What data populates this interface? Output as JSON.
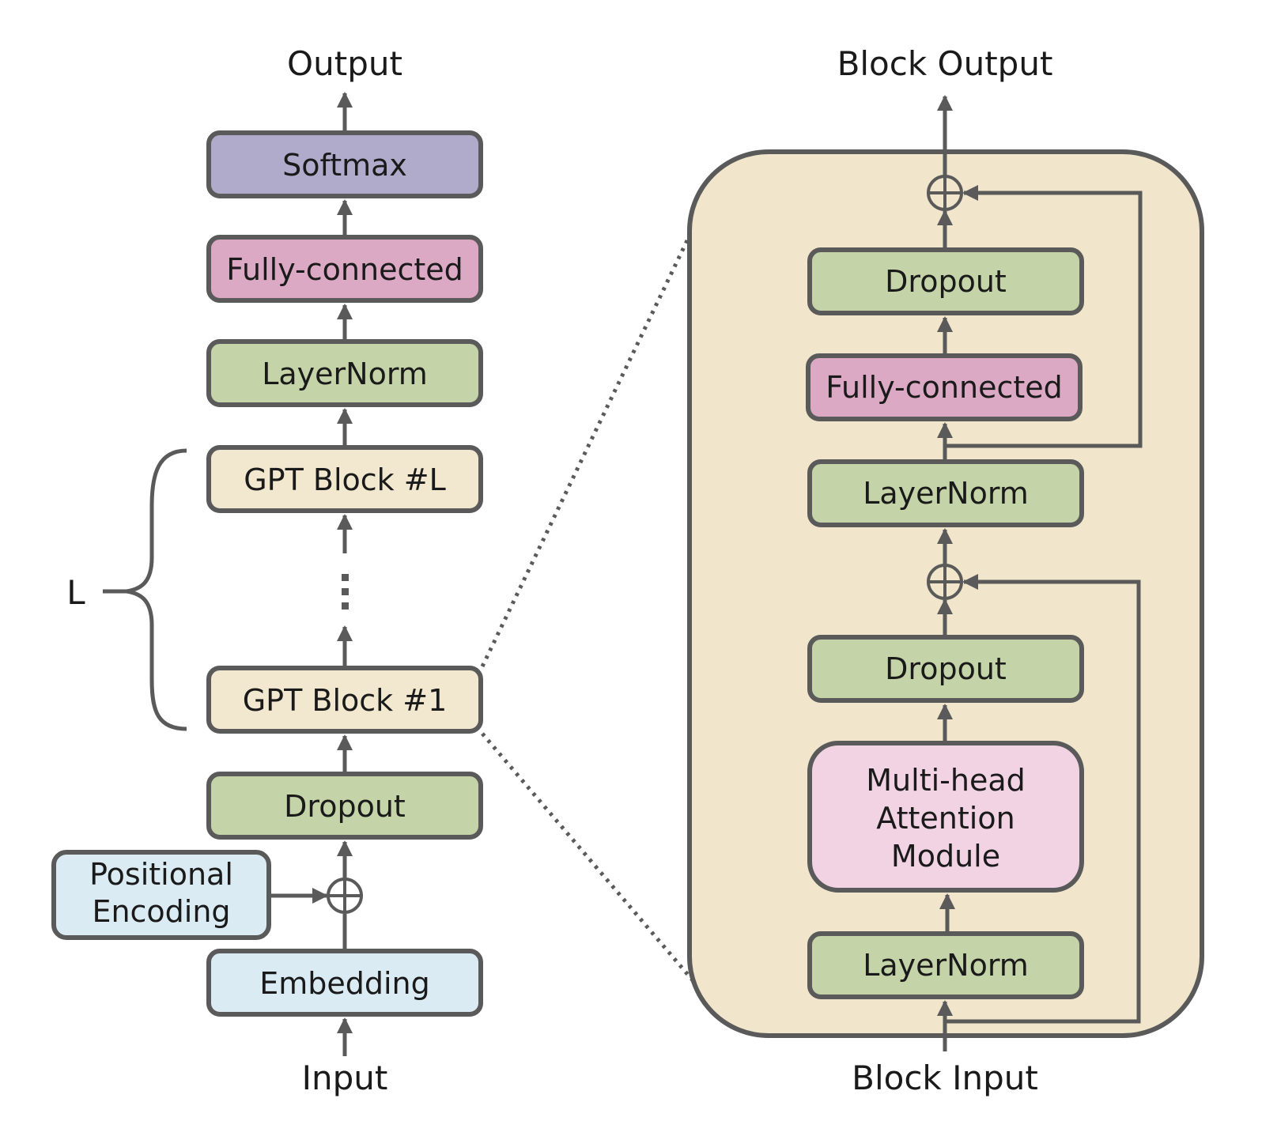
{
  "colors": {
    "softmax": "#b1abcb",
    "fully_connected": "#dba9c3",
    "norm_dropout": "#c5d4a8",
    "gpt_block": "#f2e8cf",
    "embedding": "#daebf3",
    "attention": "#f2d3e4",
    "block_bg": "#f1e6cb",
    "stroke": "#5a5a5a"
  },
  "left": {
    "output": "Output",
    "input": "Input",
    "softmax": "Softmax",
    "fully_connected": "Fully-connected",
    "layernorm": "LayerNorm",
    "gpt_block_last": "GPT Block #L",
    "gpt_block_first": "GPT Block #1",
    "dropout": "Dropout",
    "positional_line1": "Positional",
    "positional_line2": "Encoding",
    "embedding": "Embedding",
    "brace_label": "L"
  },
  "right": {
    "block_output": "Block Output",
    "block_input": "Block Input",
    "dropout_top": "Dropout",
    "fully_connected": "Fully-connected",
    "layernorm_top": "LayerNorm",
    "dropout_bottom": "Dropout",
    "attention_line1": "Multi-head",
    "attention_line2": "Attention",
    "attention_line3": "Module",
    "layernorm_bottom": "LayerNorm"
  }
}
